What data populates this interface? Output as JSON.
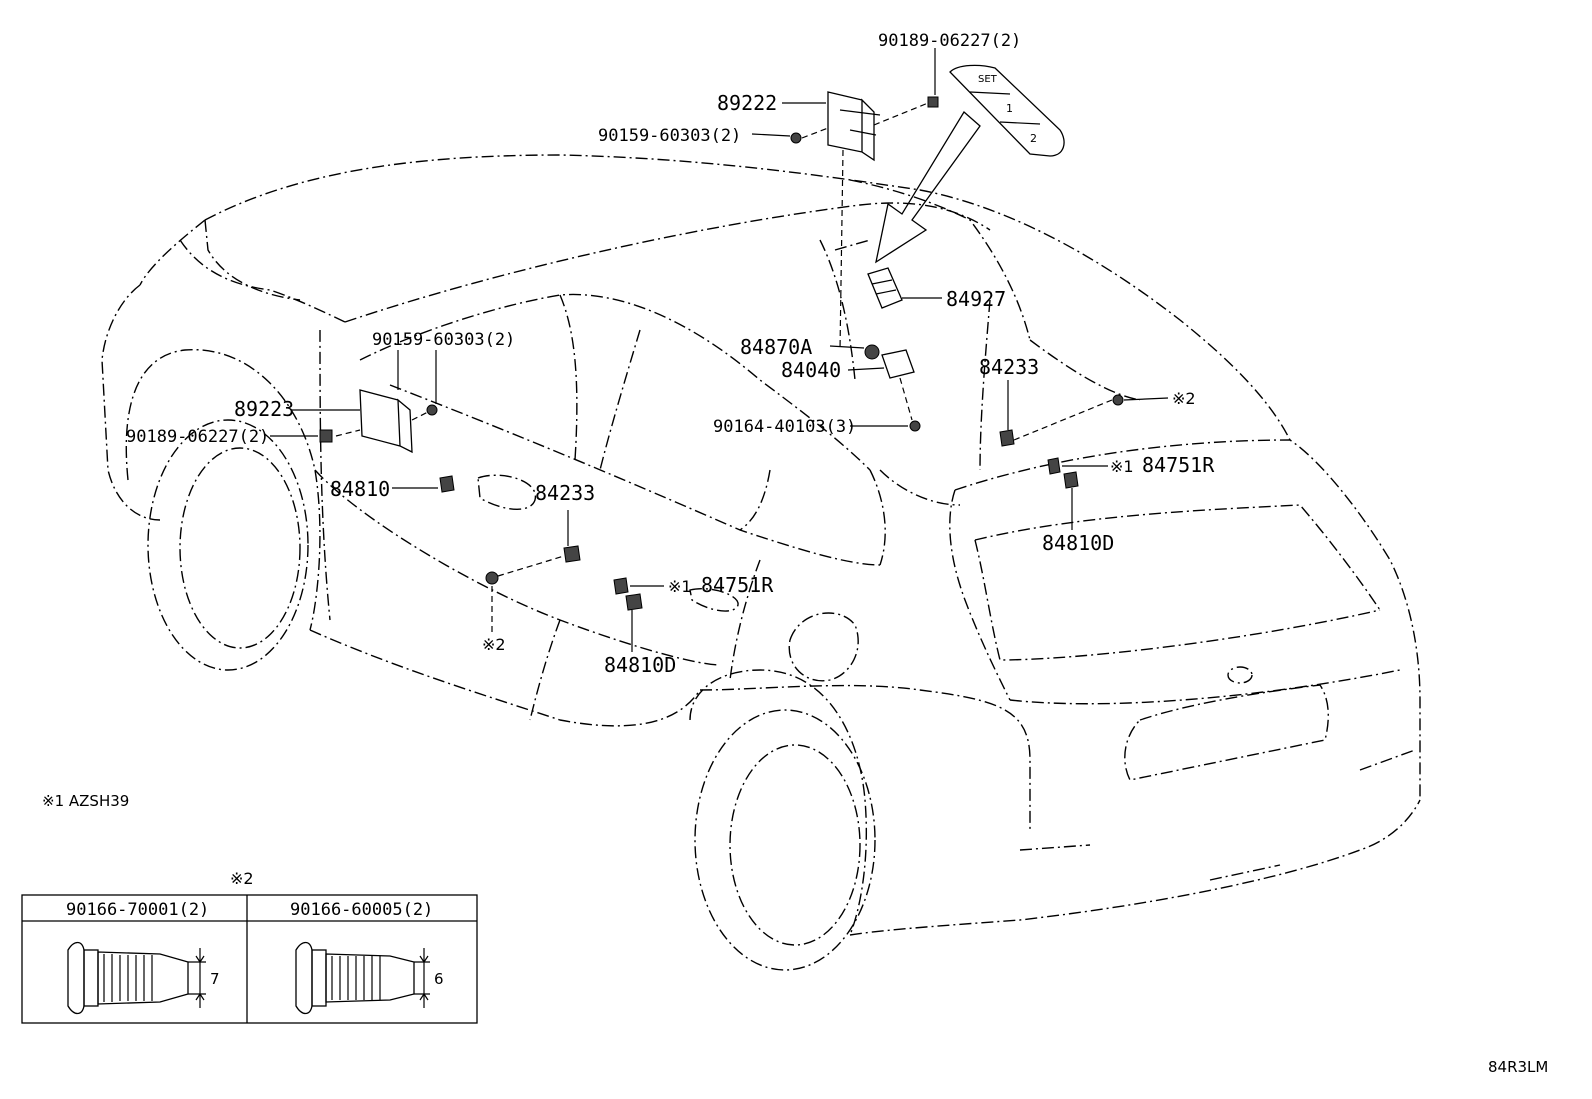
{
  "callouts": {
    "p89222": "89222",
    "p90189_top": "90189-06227(2)",
    "p90159_top": "90159-60303(2)",
    "p84927": "84927",
    "p84870A": "84870A",
    "p84040": "84040",
    "p90164": "90164-40103(3)",
    "p84233_right": "84233",
    "note2_right": "※2",
    "p84751R_right": "84751R",
    "note1_right": "※1",
    "p84810D_right": "84810D",
    "p90159_left": "90159-60303(2)",
    "p89223": "89223",
    "p90189_left": "90189-06227(2)",
    "p84810": "84810",
    "p84233_left": "84233",
    "note2_left": "※2",
    "note1_mid": "※1",
    "p84751R_mid": "84751R",
    "p84810D_mid": "84810D"
  },
  "switch_inset": {
    "set": "SET",
    "one": "1",
    "two": "2"
  },
  "footnote": "※1 AZSH39",
  "table": {
    "mark": "※2",
    "col1_header": "90166-70001(2)",
    "col2_header": "90166-60005(2)",
    "dim1": "7",
    "dim2": "6"
  },
  "diagram_code": "84R3LM"
}
